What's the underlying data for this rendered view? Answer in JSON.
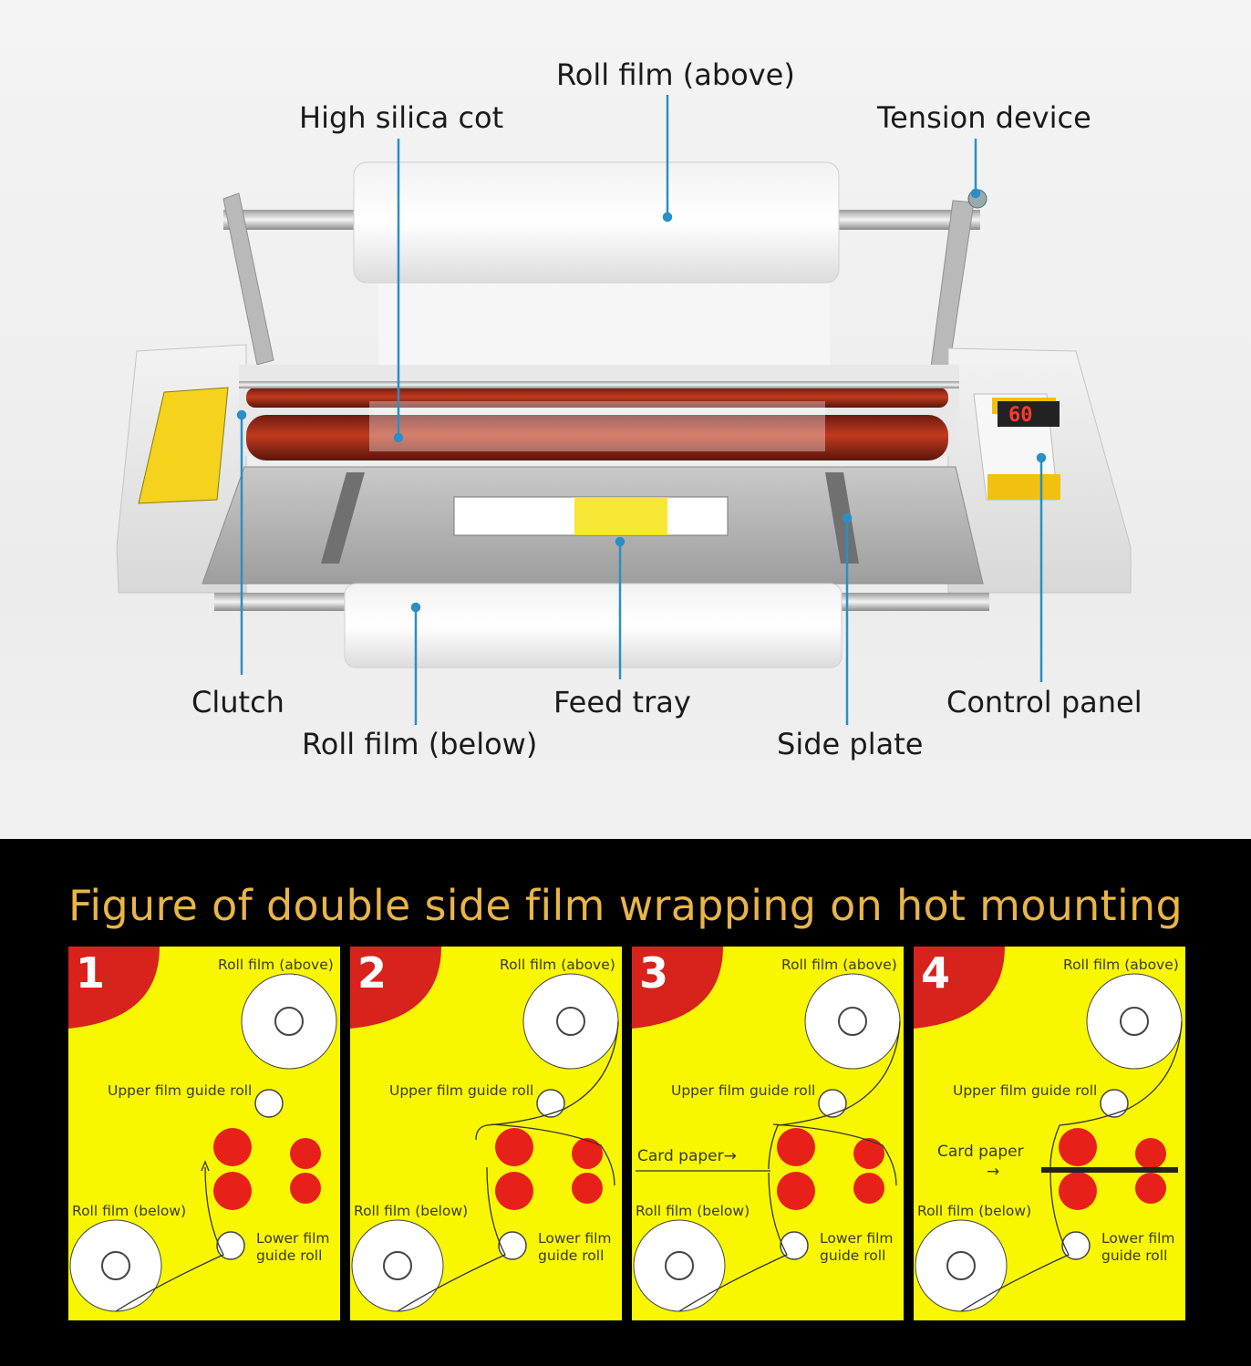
{
  "machine": {
    "display_value": "60",
    "callouts": {
      "roll_film_above": "Roll film (above)",
      "high_silica_cot": "High silica cot",
      "tension_device": "Tension device",
      "clutch": "Clutch",
      "feed_tray": "Feed tray",
      "control_panel": "Control panel",
      "roll_film_below": "Roll film (below)",
      "side_plate": "Side plate"
    }
  },
  "diagram": {
    "title": "Figure of double side film wrapping on hot mounting",
    "panels": [
      {
        "number": "1",
        "roll_film_above": "Roll film (above)",
        "upper_guide": "Upper film guide roll",
        "roll_film_below": "Roll film (below)",
        "lower_guide_line1": "Lower film",
        "lower_guide_line2": "guide roll",
        "card_paper": ""
      },
      {
        "number": "2",
        "roll_film_above": "Roll film (above)",
        "upper_guide": "Upper film guide roll",
        "roll_film_below": "Roll film (below)",
        "lower_guide_line1": "Lower film",
        "lower_guide_line2": "guide roll",
        "card_paper": ""
      },
      {
        "number": "3",
        "roll_film_above": "Roll film (above)",
        "upper_guide": "Upper film guide roll",
        "roll_film_below": "Roll film (below)",
        "lower_guide_line1": "Lower film",
        "lower_guide_line2": "guide roll",
        "card_paper": "Card paper→"
      },
      {
        "number": "4",
        "roll_film_above": "Roll film (above)",
        "upper_guide": "Upper film guide roll",
        "roll_film_below": "Roll film (below)",
        "lower_guide_line1": "Lower film",
        "lower_guide_line2": "guide roll",
        "card_paper": "Card paper",
        "card_paper_arrow": "→"
      }
    ]
  },
  "colors": {
    "callout_line": "#2a8fc4",
    "panel_yellow": "#f8f700",
    "roller_red": "#e8201a",
    "title_gold": "#e8b547"
  }
}
